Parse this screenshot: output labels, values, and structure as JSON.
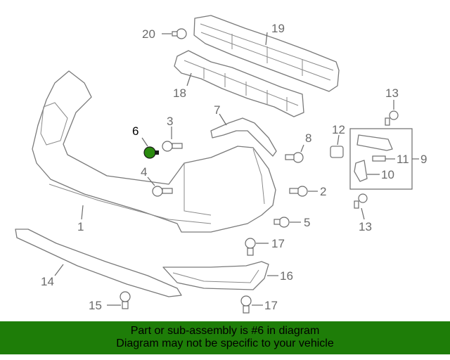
{
  "diagram": {
    "callouts": [
      {
        "id": "c1",
        "text": "1"
      },
      {
        "id": "c2",
        "text": "2"
      },
      {
        "id": "c3",
        "text": "3"
      },
      {
        "id": "c4",
        "text": "4"
      },
      {
        "id": "c5",
        "text": "5"
      },
      {
        "id": "c6",
        "text": "6"
      },
      {
        "id": "c7",
        "text": "7"
      },
      {
        "id": "c8",
        "text": "8"
      },
      {
        "id": "c9",
        "text": "9"
      },
      {
        "id": "c10",
        "text": "10"
      },
      {
        "id": "c11",
        "text": "11"
      },
      {
        "id": "c12",
        "text": "12"
      },
      {
        "id": "c13a",
        "text": "13"
      },
      {
        "id": "c13b",
        "text": "13"
      },
      {
        "id": "c14",
        "text": "14"
      },
      {
        "id": "c15",
        "text": "15"
      },
      {
        "id": "c16",
        "text": "16"
      },
      {
        "id": "c17a",
        "text": "17"
      },
      {
        "id": "c17b",
        "text": "17"
      },
      {
        "id": "c18",
        "text": "18"
      },
      {
        "id": "c19",
        "text": "19"
      },
      {
        "id": "c20",
        "text": "20"
      }
    ],
    "highlight_part": "6",
    "highlight_color": "#2a8a0e"
  },
  "banner": {
    "line1": "Part or sub-assembly is #6 in diagram",
    "line2": "Diagram may not be specific to your vehicle",
    "background": "#1e7d08"
  }
}
